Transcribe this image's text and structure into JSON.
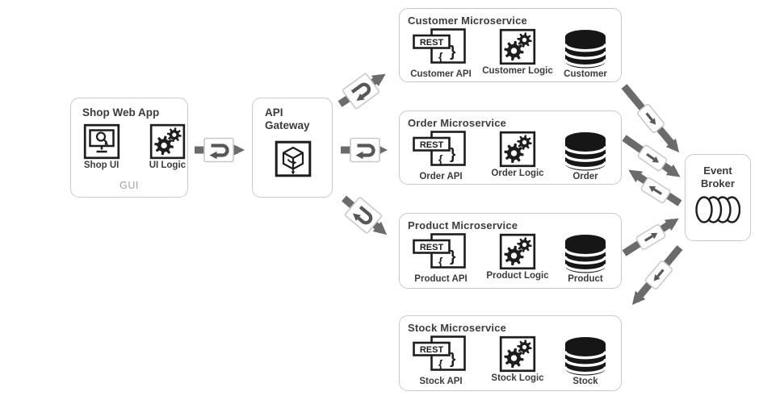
{
  "diagram": {
    "shop_web_app": {
      "title": "Shop Web App",
      "components": [
        {
          "label": "Shop UI"
        },
        {
          "label": "UI Logic"
        }
      ],
      "group_label": "GUI"
    },
    "api_gateway": {
      "title_line1": "API",
      "title_line2": "Gateway"
    },
    "microservices": [
      {
        "title": "Customer Microservice",
        "api_label": "Customer API",
        "logic_label": "Customer Logic",
        "db_label": "Customer"
      },
      {
        "title": "Order Microservice",
        "api_label": "Order API",
        "logic_label": "Order Logic",
        "db_label": "Order"
      },
      {
        "title": "Product Microservice",
        "api_label": "Product API",
        "logic_label": "Product Logic",
        "db_label": "Product"
      },
      {
        "title": "Stock Microservice",
        "api_label": "Stock API",
        "logic_label": "Stock Logic",
        "db_label": "Stock"
      }
    ],
    "event_broker": {
      "title_line1": "Event",
      "title_line2": "Broker"
    },
    "rest_badge_text": "REST",
    "connections": [
      {
        "from": "shop_web_app",
        "to": "api_gateway",
        "kind": "request-response"
      },
      {
        "from": "api_gateway",
        "to": "customer_ms",
        "kind": "request-response"
      },
      {
        "from": "api_gateway",
        "to": "order_ms",
        "kind": "request-response"
      },
      {
        "from": "api_gateway",
        "to": "product_ms",
        "kind": "request-response"
      },
      {
        "from": "customer_ms",
        "to": "event_broker",
        "kind": "event-message"
      },
      {
        "from": "order_ms",
        "to": "event_broker",
        "kind": "event-message"
      },
      {
        "from": "event_broker",
        "to": "order_ms",
        "kind": "event-message"
      },
      {
        "from": "product_ms",
        "to": "event_broker",
        "kind": "event-message"
      },
      {
        "from": "event_broker",
        "to": "stock_ms",
        "kind": "event-message"
      }
    ],
    "colors": {
      "arrow": "#6b6b6b",
      "box_border": "#c9c9c9",
      "icon": "#1d1d1d",
      "text": "#3c3c3c",
      "muted": "#a2a2a2"
    }
  }
}
